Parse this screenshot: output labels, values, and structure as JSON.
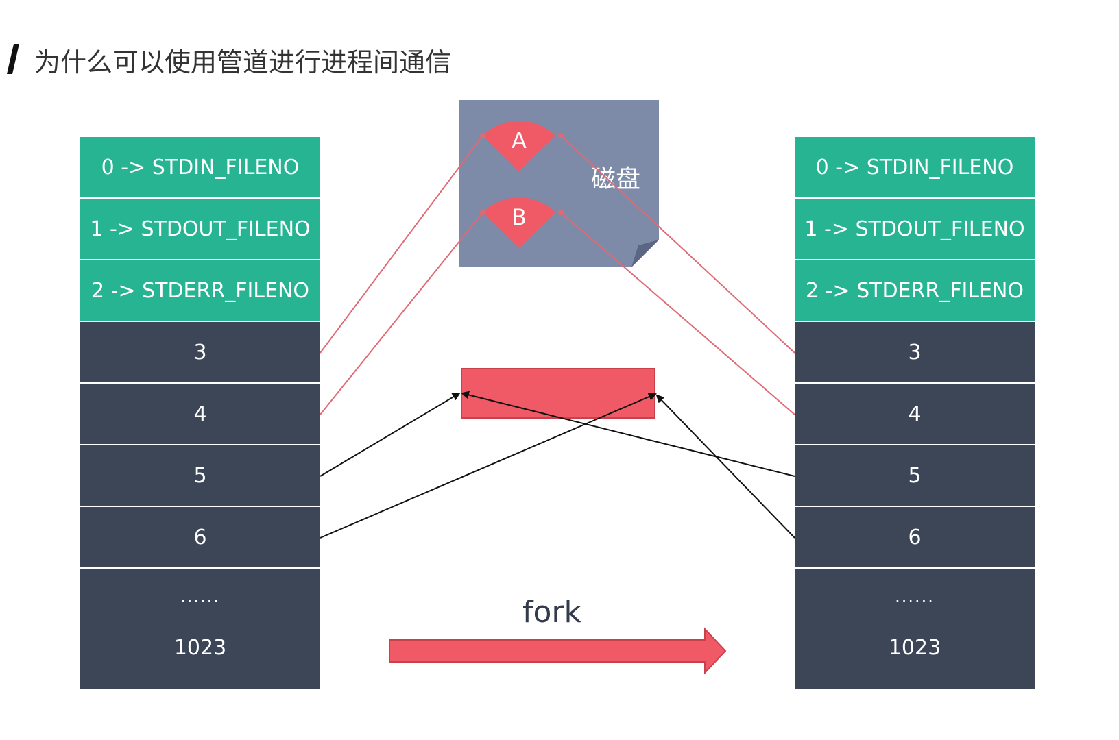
{
  "title": "为什么可以使用管道进行进程间通信",
  "disk": {
    "label": "磁盘",
    "sectors": [
      "A",
      "B"
    ]
  },
  "fork_label": "fork",
  "fd_table": {
    "std_rows": [
      "0 -> STDIN_FILENO",
      "1 -> STDOUT_FILENO",
      "2 -> STDERR_FILENO"
    ],
    "fd_rows": [
      "3",
      "4",
      "5",
      "6"
    ],
    "ellipsis": "......",
    "max_fd": "1023"
  },
  "colors": {
    "std_green": "#27b493",
    "fd_dark": "#3c4657",
    "disk": "#7d8ba8",
    "sector": "#ef5a66",
    "pipe": "#ef5a66",
    "file_link": "#e06a73",
    "pipe_link": "#111111"
  }
}
